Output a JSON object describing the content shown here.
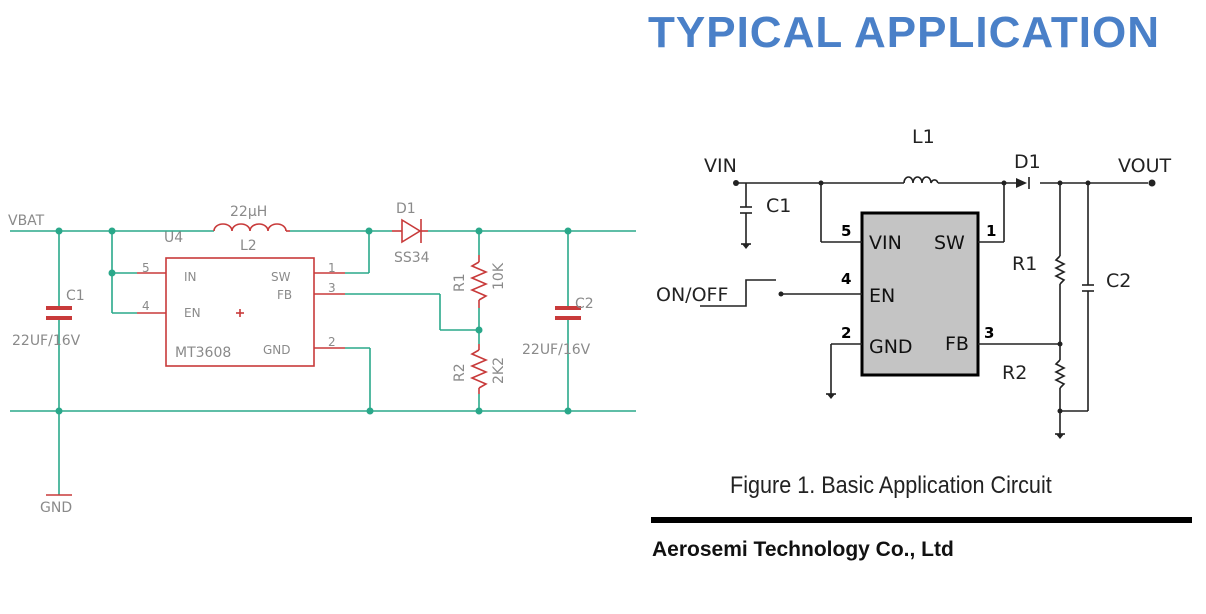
{
  "header": {
    "title": "TYPICAL APPLICATION"
  },
  "schematic": {
    "vbat": "VBAT",
    "gnd": "GND",
    "c1": {
      "name": "C1",
      "value": "22UF/16V"
    },
    "c2": {
      "name": "C2",
      "value": "22UF/16V"
    },
    "l2": {
      "value": "22µH",
      "name": "L2"
    },
    "d1": {
      "name": "D1",
      "value": "SS34"
    },
    "r1": {
      "name": "R1",
      "value": "10K"
    },
    "r2": {
      "name": "R2",
      "value": "2K2"
    },
    "ic": {
      "ref": "U4",
      "name": "MT3608",
      "pins": {
        "in": "IN",
        "en": "EN",
        "sw": "SW",
        "fb": "FB",
        "gnd": "GND"
      },
      "pin_numbers": {
        "in": "5",
        "en": "4",
        "sw": "1",
        "fb": "3",
        "gnd": "2"
      }
    }
  },
  "figure": {
    "vin": "VIN",
    "vout": "VOUT",
    "l1": "L1",
    "d1": "D1",
    "c1": "C1",
    "c2": "C2",
    "r1": "R1",
    "r2": "R2",
    "on_off": "ON/OFF",
    "pins": {
      "vin": "VIN",
      "sw": "SW",
      "en": "EN",
      "gnd": "GND",
      "fb": "FB"
    },
    "pin_numbers": {
      "vin": "5",
      "sw": "1",
      "en": "4",
      "gnd": "2",
      "fb": "3"
    },
    "caption": "Figure 1. Basic Application Circuit"
  },
  "footer": {
    "company": "Aerosemi Technology Co., Ltd"
  },
  "colors": {
    "title": "#4a80c8",
    "net": "#2aa88a",
    "component": "#c83a3a",
    "label": "#8a8a8a",
    "chip_fill": "#c4c4c4"
  }
}
